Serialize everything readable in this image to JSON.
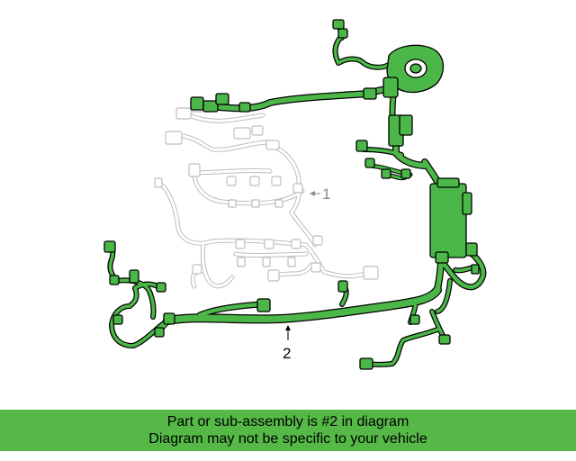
{
  "diagram": {
    "callouts": [
      {
        "id": "1",
        "label": "1"
      },
      {
        "id": "2",
        "label": "2"
      }
    ]
  },
  "banner": {
    "line1": "Part or sub-assembly is #2 in diagram",
    "line2": "Diagram may not be specific to your vehicle"
  },
  "colors": {
    "harness_fill": "#4bb748",
    "harness_outline": "#000000",
    "ghost_part": "#b9b9b9",
    "banner_background": "#55b847"
  }
}
